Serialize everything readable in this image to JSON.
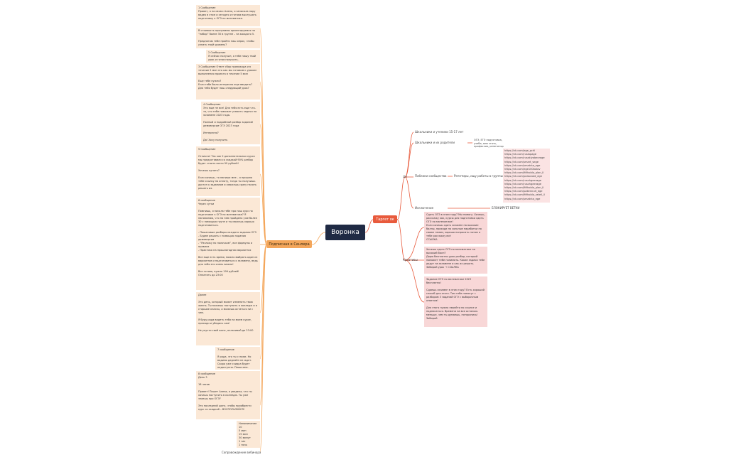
{
  "central": "Воронка",
  "right_branch": {
    "label": "Таргет ок",
    "ca": {
      "label": "ЦА",
      "items": [
        {
          "label": "Школьники и ученики 15-17 лет"
        },
        {
          "label": "Школьники и их родители",
          "note": "ОГЭ, ЕГЭ подготовка, учеба, кем стать, профессия, репетитор"
        },
        {
          "label": "Паблики сообщества",
          "note": "Репетиры, ищу работы в группы"
        },
        {
          "label": "Исключение",
          "note": "БЛОКИРУЕТ ВЕТКИ"
        }
      ],
      "links": [
        "https://vk.com/ege_pchl",
        "https://vk.com/ruslopage",
        "https://vk.com/russkiyoberzage",
        "https://vk.com/smart_sege",
        "https://vk.com/smatrka_ege",
        "https://vk.com/ege100balov",
        "https://vk.com/fifthoblo_plan_ll",
        "https://vk.com/poisonoid_ege",
        "https://vk.com/ruschgeerage",
        "https://vk.com/ruschgeerage",
        "https://vk.com/fifthoblo_plan_ll",
        "https://vk.com/pakennuit_ege",
        "https://vk.com/fifthoblo_rateil_ll",
        "https://vk.com/smatrka_ege"
      ]
    },
    "creatives": {
      "label": "Креативы",
      "cards": [
        "Сдать ОГЭ в этом году? Мы помогу. Хочешь, расскажу как, курсы для подготовки сдать ОГЭ по математике!\nЕсли хочешь сдать экзамен на высокие баллы, приходи на сольные наработки по своим темам, хорошо попросить потом я тебе расскажу всё\nССЫЛКА",
        "Хочешь сдать ОГЭ по математике на высокий балл?\nДарю бесплатно урок-разбор, который поможет тебе понимать. Какие задачи тебе дадут на экзамене и как их решать.\nЗабирай урок → ССЫЛКА",
        "Задание ОГЭ по математике 2023 бесплатно!\n\nСдаешь экзамен в этом году? Есть хороший способ для этого. Там тебе помогут с разбором 3 заданий ОГЭ с выборочным ответом!\n\nДля этого нужно перейти по ссылке и подписаться. Времени на все осталось меньше, чем ты думаешь, поторопись!\nЗабирай"
      ]
    }
  },
  "left_branch": {
    "label": "Подписная в Сенлера",
    "cards": [
      "1 Сообщение\nПривет, я на связи: Алена, я записала пару видео в этом и сегодня и готова выслушать подготовку к ОГЭ по математике.",
      "В стоимость программы ориентируемся на “набор” более 30 в группе – на каждого 5.\n\nПредлагаю тебе пройти наш опрос, чтобы узнать твой уровень?",
      "2 Сообщение\nЯ сейчас получил, я тебе пишу твой урок и готов получить.",
      "3 Сообщение Ответ сбор промокода и в течение 2 мин это как мы готовим к урокам выполнения проекта в течение 5 мин\n\nЕще тебе нужно?\nЕсли тебе было интересно еще вводить? Для тебя будет наш следующий урок?",
      "4 Сообщение\nЭто еще не все! Для тебя есть еще что-то, что тебе поможет усвоить задачи на экзамене 2023 года.\n\nПолный и подробный разбор заданий демоверсии ОГЭ 2023 года\n\nИнтересно?\n\nДа! Хочу получить",
      "5 Сообщение\n\nОтлично! Так как 2 дополнительных курса мы предоставили со скидкой 90% разбор будет стоить всего 99 рублей!\n\nХочешь купить?\n\nЕсли хочешь, то напиши мне – я пришлю тебе ссылку на оплату, тогда ты получишь доступ к заданиям и сможешь сразу начать решать их.",
      "6 сообщение\nЧерез сутки\n\nПомнишь, я писала тебе про наш курс по подготовке к ОГЭ по математике? Я напоминаю, что на нем пройдено уже более 30 с помощью групп и ты можешь хорошо подготовиться.\n\n- Пошаговые разборы каждого задания ОГЭ\n- Будем решать с помощью задания демоверсии\n- “Разложу по полочкам”, все формулы и правила\n- Практика на прошлогодних вариантах\n\nВсе еще есть время, можно выбрать один из вариантов и подготовиться к экзамену, ведь для тебя это очень важно!\n\nВсе готово, нужно 199 рублей!\nОплатить до 23:00",
      "Далее\n\nЭто день, который может изменить твою жизнь. Ты можешь поступить в колледж и в старшие классы, а можешь остаться ни с чем.\n\nЯ буду рада видеть тебя на моем курсе, приходи и убедись сам!\n\nНе упусти свой шанс, оплачивай до 23:00",
      "7 сообщение\n\nЯ рада, что ты с нами. Но видимо дедлайн не ждет. Скоро уже скидка будет недоступна. Пиши мне.",
      "8 сообщение\nДень 3\n\n18 часов\n\nПривет! Пишет Алена, я увидела, что ты хочешь поступить в колледж. Ты уже знаешь про ОГЭ?\n\nЭто последний шанс, чтобы приобрести курс со скидкой – ВОСПОЛЬЗУЙСЯ!",
      "Напоминание\n10\n5 мин\n15 мин\n30 минут\n1 час\n1 ночь"
    ],
    "footer": "Сопровождение вебинара"
  }
}
